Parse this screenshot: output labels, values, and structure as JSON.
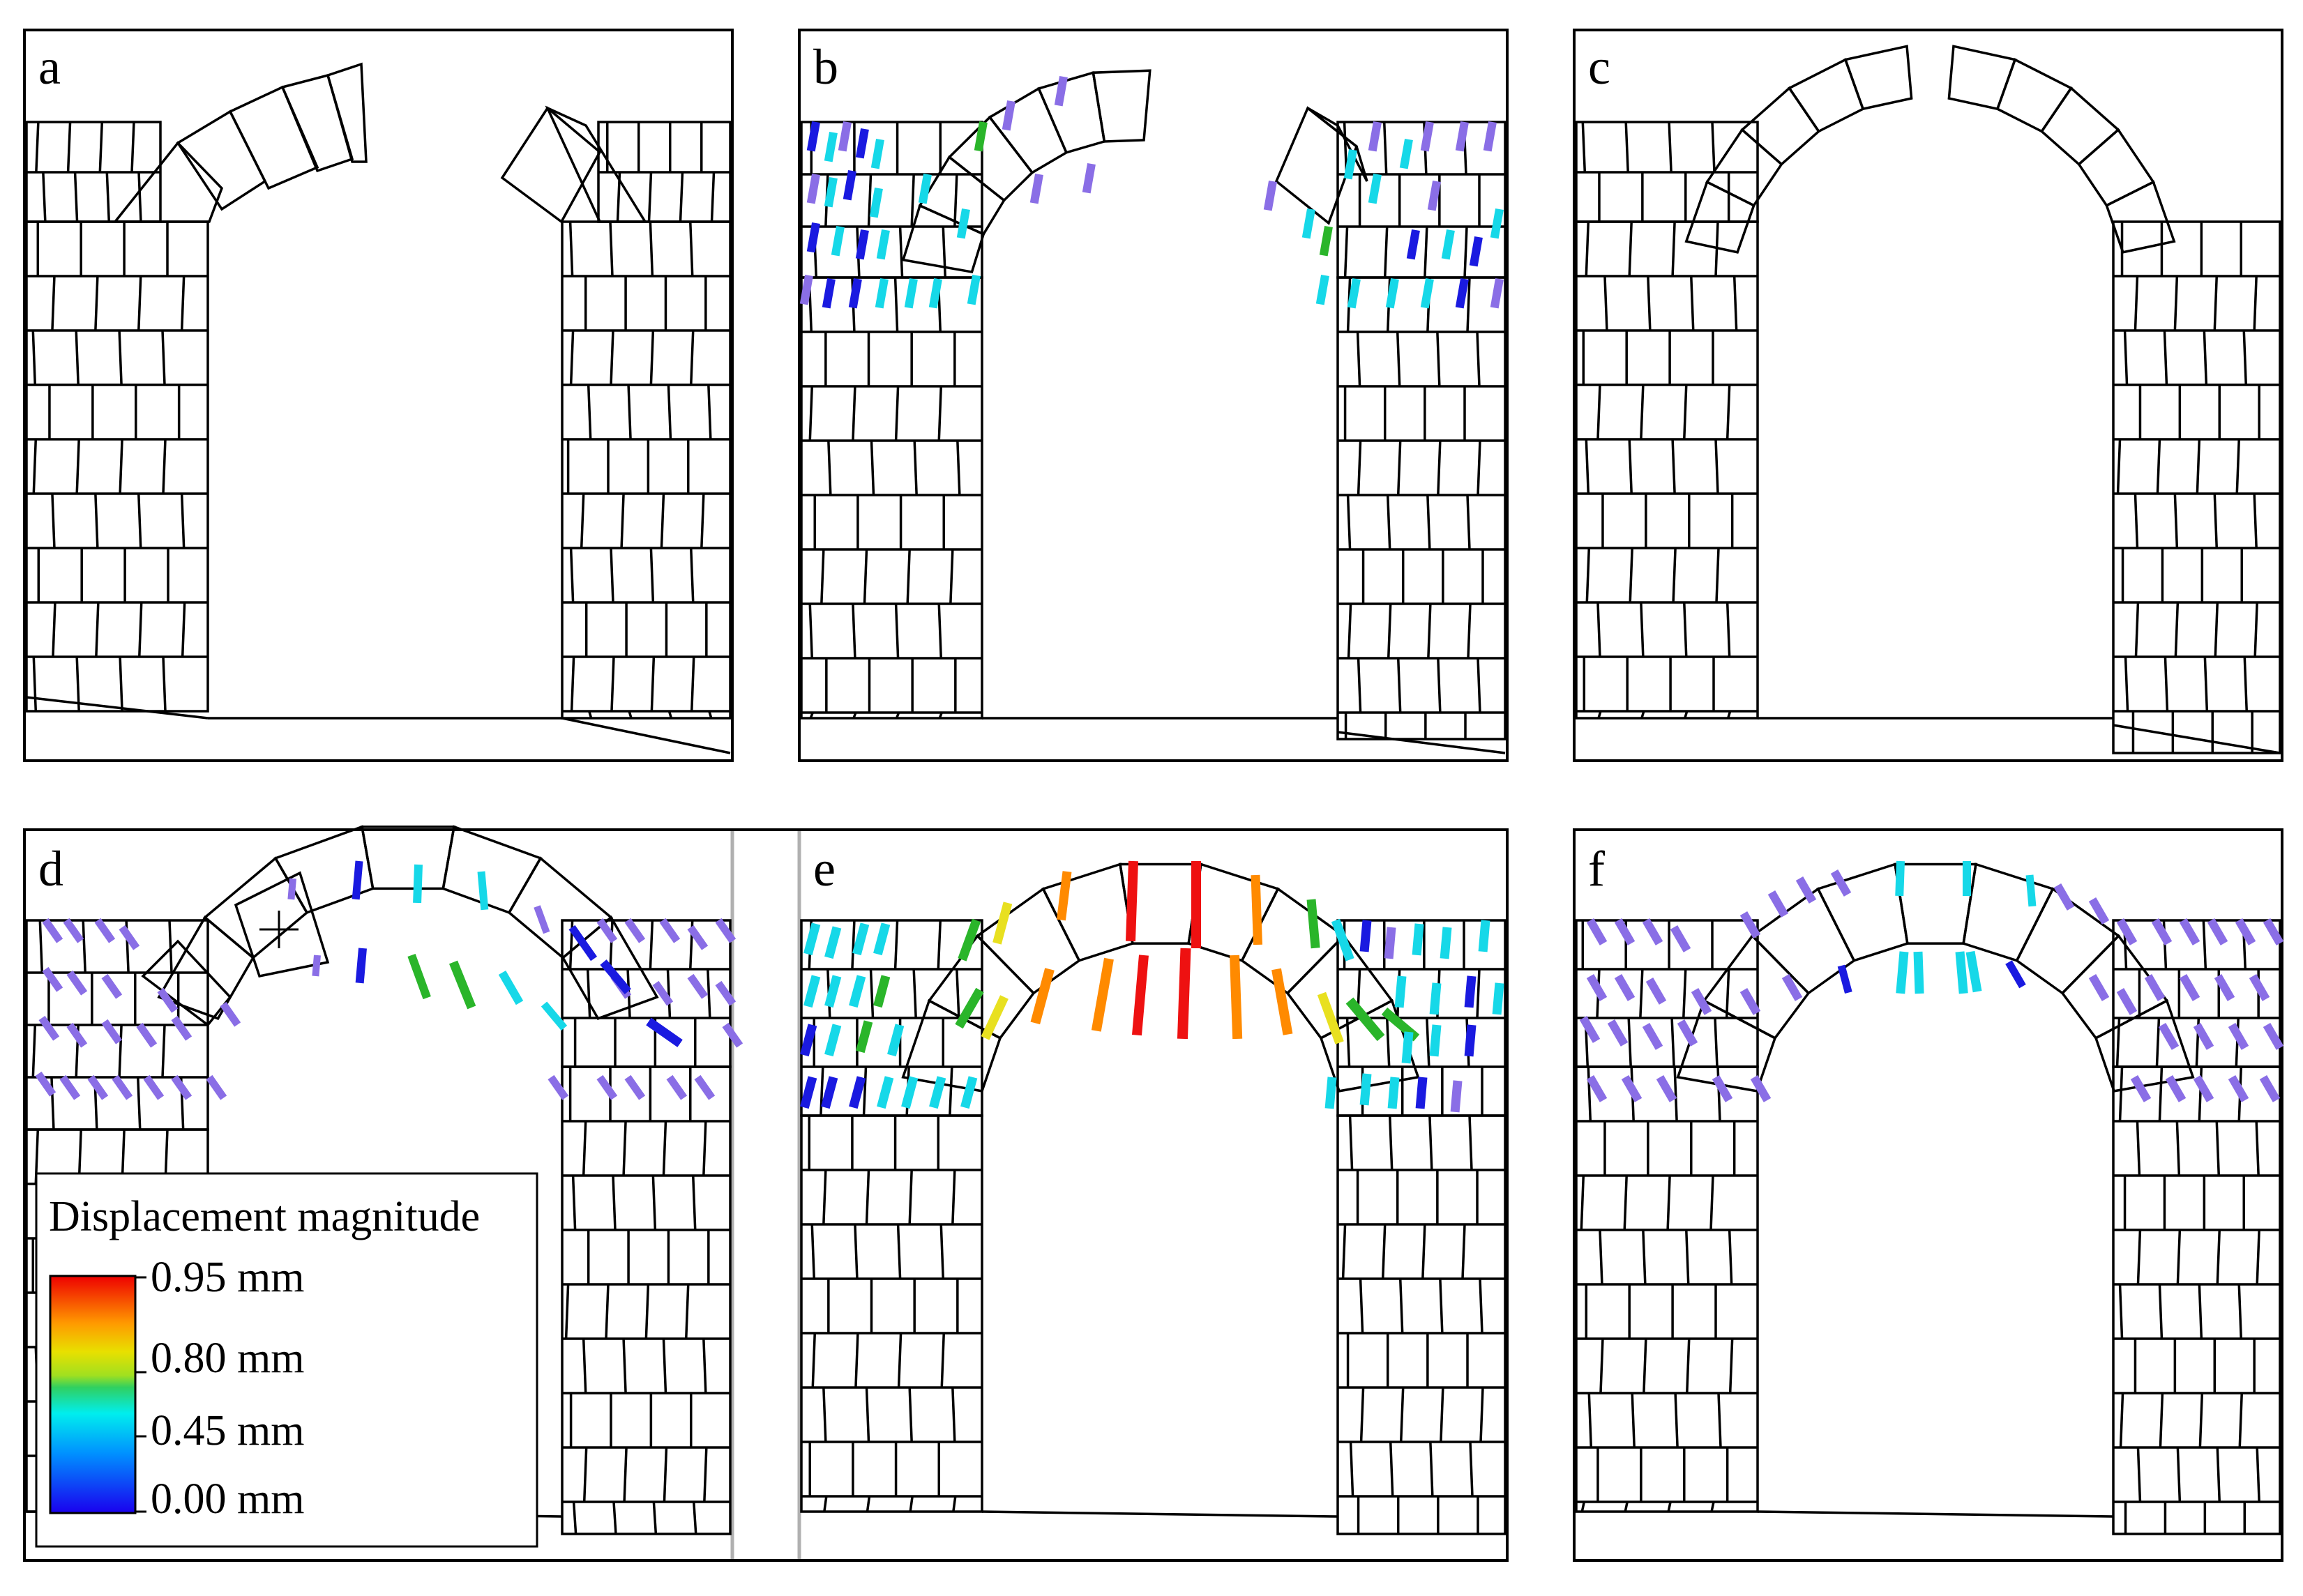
{
  "figure": {
    "panels": [
      {
        "id": "a",
        "label": "a"
      },
      {
        "id": "b",
        "label": "b"
      },
      {
        "id": "c",
        "label": "c"
      },
      {
        "id": "d",
        "label": "d"
      },
      {
        "id": "e",
        "label": "e"
      },
      {
        "id": "f",
        "label": "f"
      }
    ]
  },
  "legend": {
    "title": "Displacement magnitude",
    "ticks": [
      {
        "label": "0.95 mm",
        "value": 0.95
      },
      {
        "label": "0.80 mm",
        "value": 0.8
      },
      {
        "label": "0.45 mm",
        "value": 0.45
      },
      {
        "label": "0.00 mm",
        "value": 0.0
      }
    ],
    "colors": [
      "#0000ee",
      "#00aaff",
      "#00eeee",
      "#22cc44",
      "#cccc00",
      "#ffaa00",
      "#ff0000"
    ]
  },
  "colors": {
    "outline": "#000000",
    "divider": "#b0b0b0",
    "low": "#8a6ee6",
    "blue": "#1a1ae0",
    "cyan": "#16d8e8",
    "green": "#2ab52a",
    "yellow": "#e8e020",
    "orange": "#ff8a00",
    "red": "#ee1111"
  }
}
